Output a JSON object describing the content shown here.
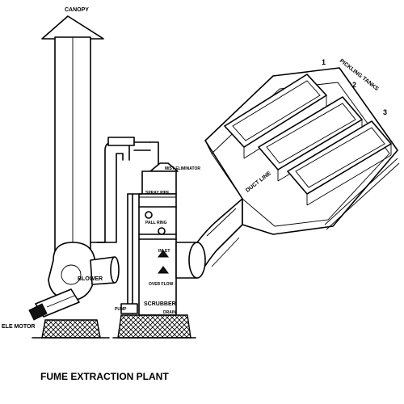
{
  "labels": {
    "canopy": "CANOPY",
    "pickling_tanks": "PICKLING TANKS",
    "tank_1": "1",
    "tank_2": "2",
    "tank_3": "3",
    "mist_eliminator": "MIST ELIMINATOR",
    "spray_pipe": "SPRAY PIPE",
    "pall_ring": "PALL RING",
    "inlet": "INLET",
    "over_flow": "OVER FLOW",
    "scrubber": "SCRUBBER",
    "pump": "PUMP",
    "drain": "DRAIN",
    "blower": "BLOWER",
    "ele_motor": "ELE MOTOR",
    "duct_line": "DUCT LINE",
    "title": "FUME EXTRACTION PLANT"
  }
}
